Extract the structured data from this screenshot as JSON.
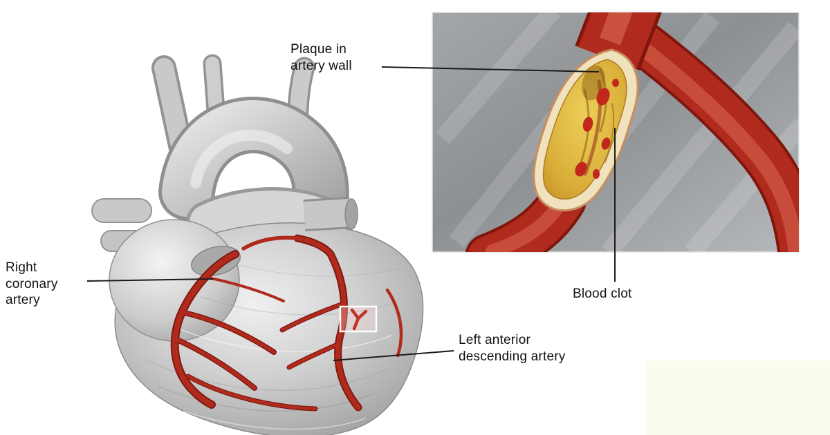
{
  "diagram": {
    "labels": {
      "plaque": "Plaque in artery wall",
      "blood_clot": "Blood clot",
      "right_coronary": "Right coronary artery",
      "left_anterior_descending": "Left anterior descending artery"
    },
    "colors": {
      "artery_red": "#b02a1e",
      "artery_outline": "#7e1a10",
      "artery_highlight": "#d4604a",
      "plaque_yellow": "#ddb53a",
      "cut_wall_cream": "#efe2bd",
      "clot_red": "#c1271b",
      "heart_gray": "#c6c6c6",
      "inset_background": "#95989b",
      "label_text": "#111111",
      "pointer_line": "#1a1a1a",
      "highlight_box_border": "#ffffff"
    }
  }
}
